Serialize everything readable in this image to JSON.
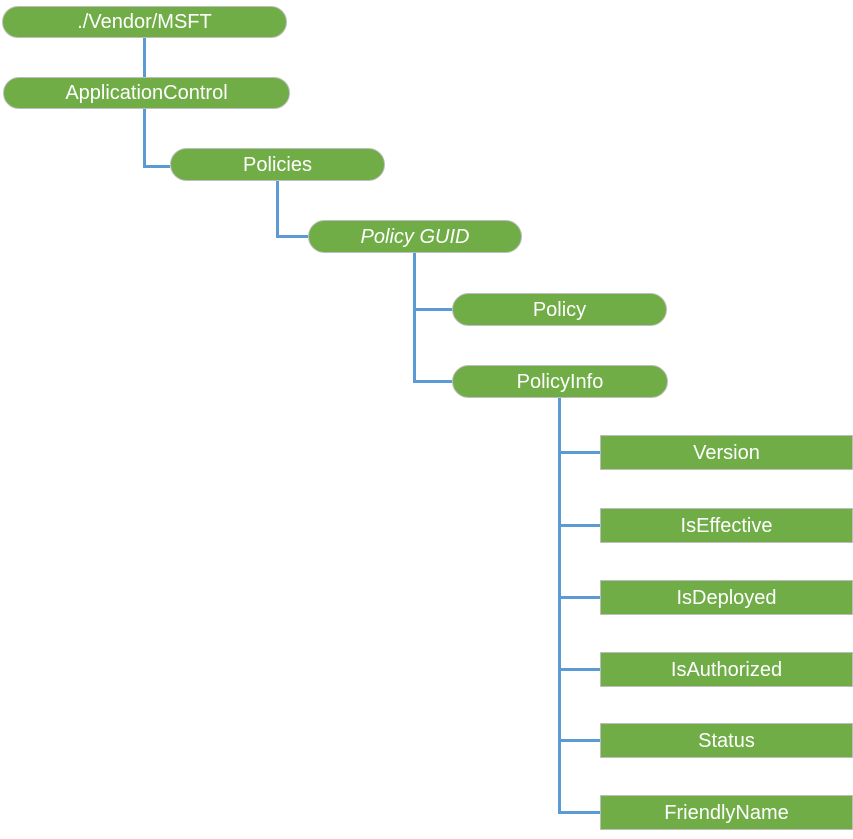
{
  "diagram": {
    "type": "tree",
    "colors": {
      "node_fill": "#70AD47",
      "node_border": "#BDBDBD",
      "connector": "#5B9BD5",
      "label_text": "#FFFFFF",
      "background": "#FFFFFF"
    },
    "nodes": [
      {
        "id": "vendor-msft",
        "label": "./Vendor/MSFT",
        "shape": "pill",
        "italic": false,
        "level": 0,
        "parent": null
      },
      {
        "id": "application-control",
        "label": "ApplicationControl",
        "shape": "pill",
        "italic": false,
        "level": 1,
        "parent": "vendor-msft"
      },
      {
        "id": "policies",
        "label": "Policies",
        "shape": "pill",
        "italic": false,
        "level": 2,
        "parent": "application-control"
      },
      {
        "id": "policy-guid",
        "label": "Policy GUID",
        "shape": "pill",
        "italic": true,
        "level": 3,
        "parent": "policies"
      },
      {
        "id": "policy",
        "label": "Policy",
        "shape": "pill",
        "italic": false,
        "level": 4,
        "parent": "policy-guid"
      },
      {
        "id": "policy-info",
        "label": "PolicyInfo",
        "shape": "pill",
        "italic": false,
        "level": 4,
        "parent": "policy-guid"
      },
      {
        "id": "version",
        "label": "Version",
        "shape": "rect",
        "italic": false,
        "level": 5,
        "parent": "policy-info"
      },
      {
        "id": "is-effective",
        "label": "IsEffective",
        "shape": "rect",
        "italic": false,
        "level": 5,
        "parent": "policy-info"
      },
      {
        "id": "is-deployed",
        "label": "IsDeployed",
        "shape": "rect",
        "italic": false,
        "level": 5,
        "parent": "policy-info"
      },
      {
        "id": "is-authorized",
        "label": "IsAuthorized",
        "shape": "rect",
        "italic": false,
        "level": 5,
        "parent": "policy-info"
      },
      {
        "id": "status",
        "label": "Status",
        "shape": "rect",
        "italic": false,
        "level": 5,
        "parent": "policy-info"
      },
      {
        "id": "friendly-name",
        "label": "FriendlyName",
        "shape": "rect",
        "italic": false,
        "level": 5,
        "parent": "policy-info"
      }
    ]
  }
}
